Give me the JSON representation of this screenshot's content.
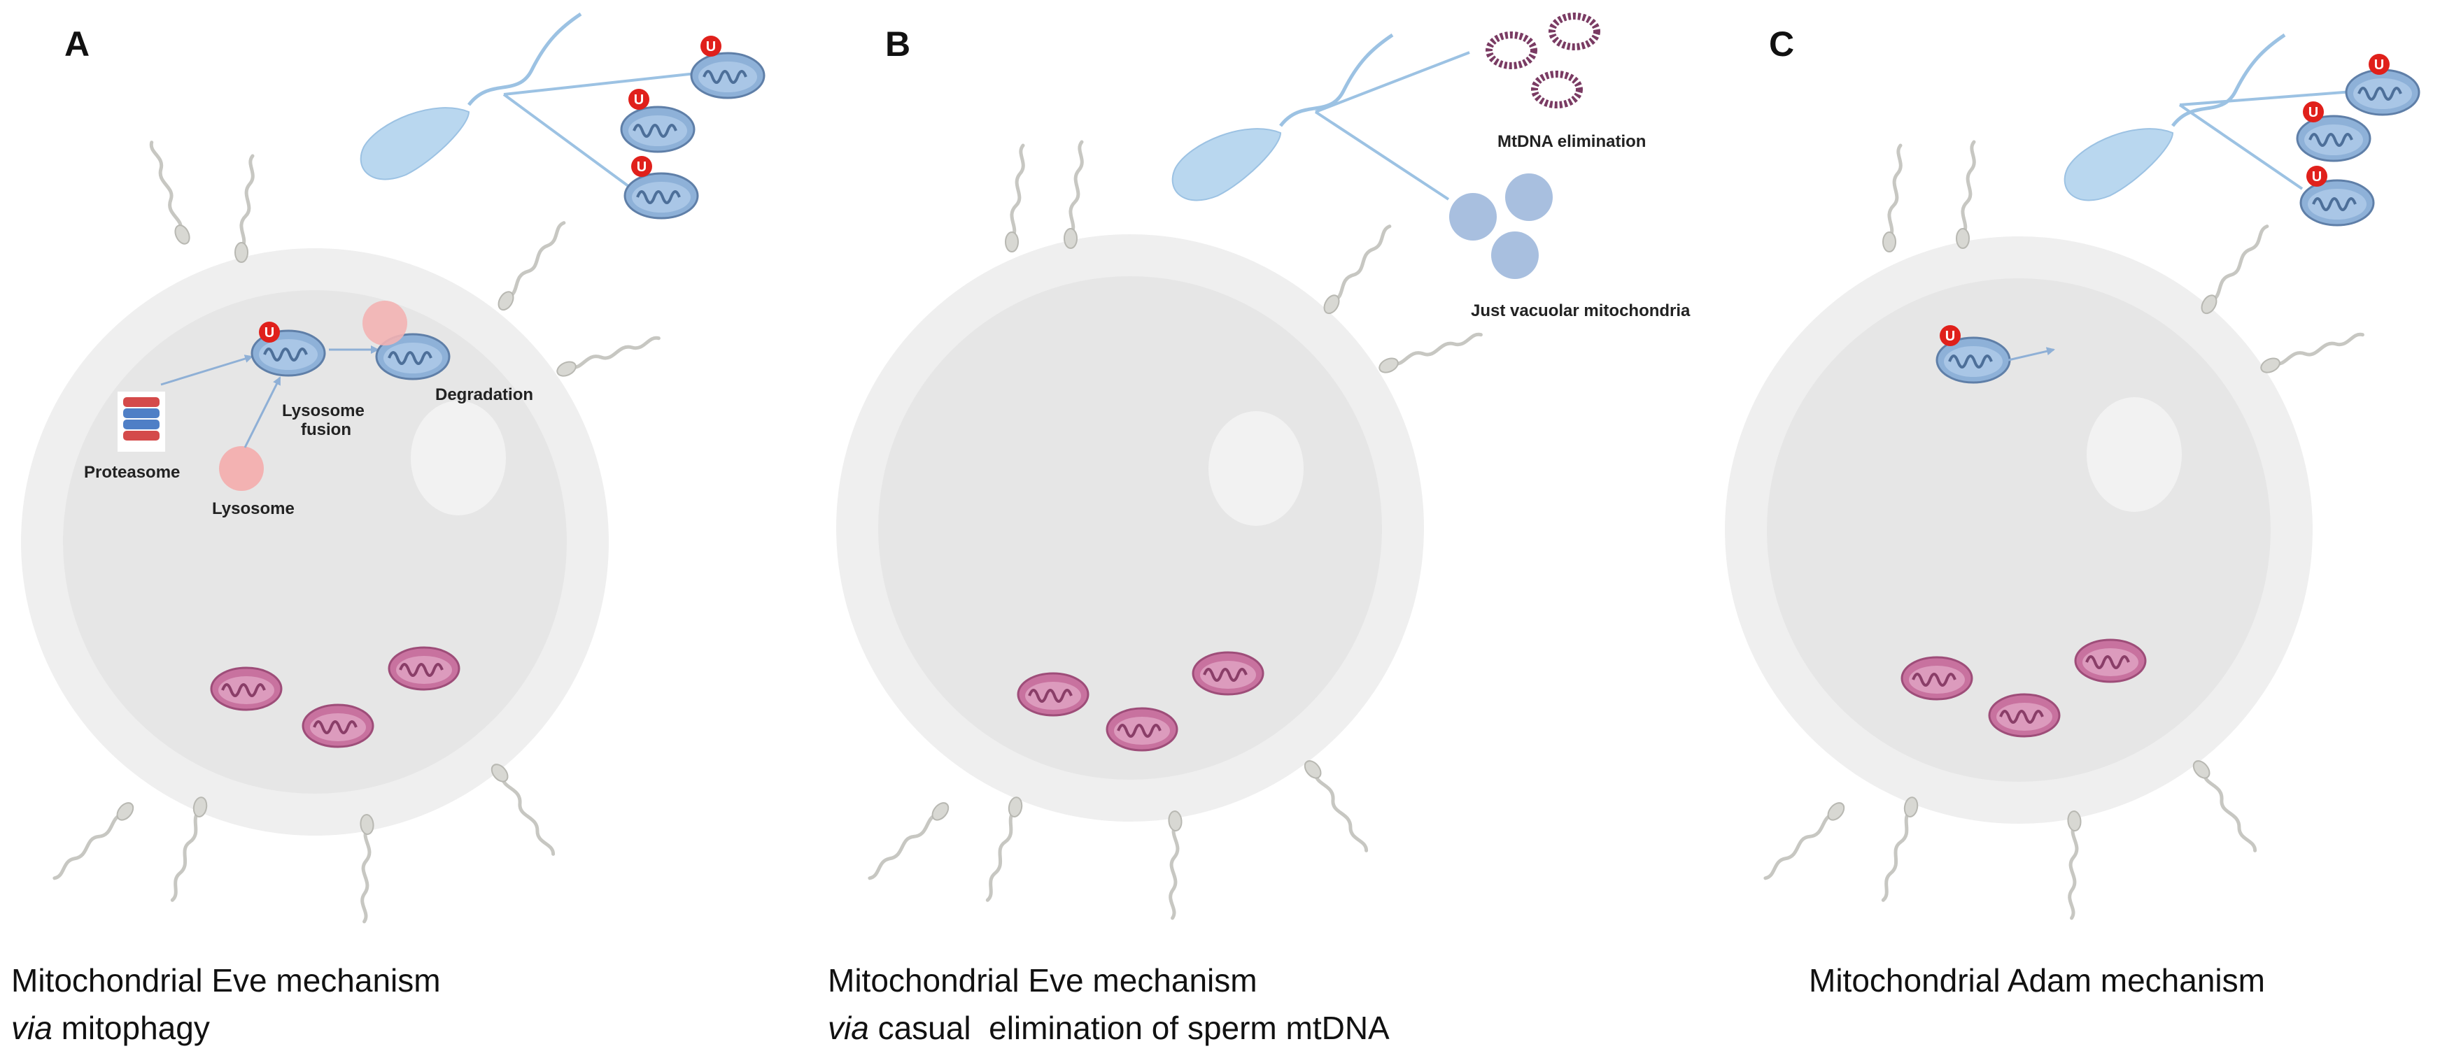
{
  "panels": [
    {
      "letter": "A",
      "labels": {
        "proteasome": "Proteasome",
        "lysosome": "Lysosome",
        "fusion_1": "Lysosome",
        "fusion_2": "fusion",
        "degradation": "Degradation"
      },
      "caption_line1": "Mitochondrial Eve mechanism",
      "caption_line2_italic": "via",
      "caption_line2_rest": " mitophagy"
    },
    {
      "letter": "B",
      "labels": {
        "mtdna_elimination": "MtDNA elimination",
        "vacuolar": "Just vacuolar mitochondria"
      },
      "caption_line1": "Mitochondrial Eve mechanism",
      "caption_line2_italic": "via",
      "caption_line2_rest": " casual  elimination of sperm mtDNA"
    },
    {
      "letter": "C",
      "caption_line1": "Mitochondrial Adam mechanism"
    }
  ],
  "ubiquitin_tag": "U",
  "colors": {
    "cell_outer": "#efefef",
    "cell_inner": "#e6e6e6",
    "sperm_head": "#b9d7ef",
    "sperm_mito": "#8eb1d8",
    "egg_mito": "#c8729f",
    "lysosome": "#f3b2b2",
    "ubiquitin": "#e0201b",
    "arrow": "#8fb0d6",
    "tail": "#c7c7c2"
  }
}
